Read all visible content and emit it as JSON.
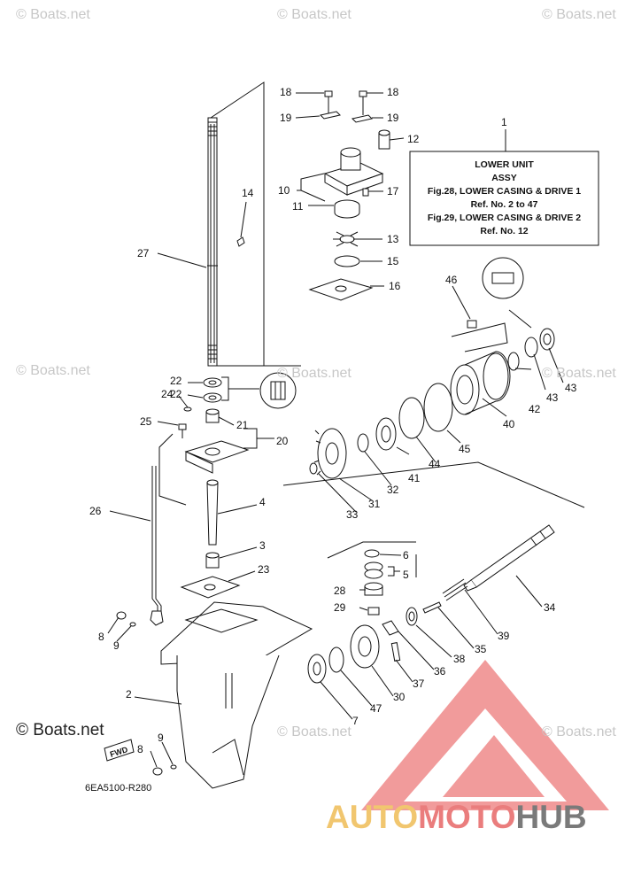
{
  "watermark": {
    "text": "© Boats.net"
  },
  "diagram_code": "6EA5100-R280",
  "info_box": {
    "ref": "1",
    "lines": [
      "LOWER UNIT",
      "ASSY",
      "Fig.28, LOWER CASING & DRIVE 1",
      "Ref. No. 2 to 47",
      "Fig.29, LOWER CASING & DRIVE 2",
      "Ref. No. 12"
    ]
  },
  "fwd_label": "FWD",
  "brand_logo": {
    "part1": "AUTO",
    "part2": "MOTO",
    "part3": "HUB",
    "colors": [
      "#f1c66f",
      "#ea7d7d",
      "#7a7a7a"
    ]
  },
  "callouts": [
    {
      "n": "1"
    },
    {
      "n": "2"
    },
    {
      "n": "3"
    },
    {
      "n": "4"
    },
    {
      "n": "5"
    },
    {
      "n": "6"
    },
    {
      "n": "7"
    },
    {
      "n": "8"
    },
    {
      "n": "8"
    },
    {
      "n": "9"
    },
    {
      "n": "9"
    },
    {
      "n": "10"
    },
    {
      "n": "11"
    },
    {
      "n": "12"
    },
    {
      "n": "13"
    },
    {
      "n": "14"
    },
    {
      "n": "15"
    },
    {
      "n": "16"
    },
    {
      "n": "17"
    },
    {
      "n": "18"
    },
    {
      "n": "18"
    },
    {
      "n": "19"
    },
    {
      "n": "19"
    },
    {
      "n": "20"
    },
    {
      "n": "21"
    },
    {
      "n": "22"
    },
    {
      "n": "22"
    },
    {
      "n": "23"
    },
    {
      "n": "24"
    },
    {
      "n": "25"
    },
    {
      "n": "26"
    },
    {
      "n": "27"
    },
    {
      "n": "28"
    },
    {
      "n": "29"
    },
    {
      "n": "30"
    },
    {
      "n": "31"
    },
    {
      "n": "32"
    },
    {
      "n": "33"
    },
    {
      "n": "34"
    },
    {
      "n": "35"
    },
    {
      "n": "36"
    },
    {
      "n": "37"
    },
    {
      "n": "38"
    },
    {
      "n": "39"
    },
    {
      "n": "40"
    },
    {
      "n": "41"
    },
    {
      "n": "42"
    },
    {
      "n": "43"
    },
    {
      "n": "43"
    },
    {
      "n": "44"
    },
    {
      "n": "45"
    },
    {
      "n": "46"
    },
    {
      "n": "47"
    }
  ]
}
